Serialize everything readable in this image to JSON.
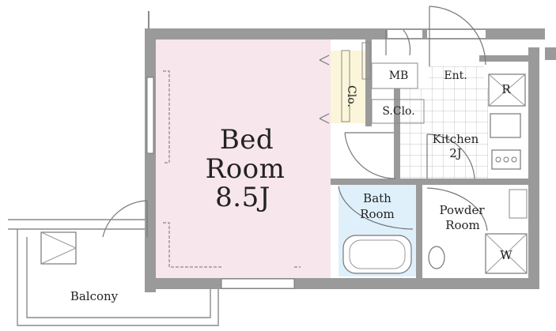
{
  "rooms": {
    "bedroom": {
      "name": "Bed",
      "name2": "Room",
      "size": "8.5J"
    },
    "closet": "Clo.",
    "shoe_closet": "S.Clo.",
    "mb": "MB",
    "entrance": "Ent.",
    "kitchen": {
      "name": "Kitchen",
      "size": "2J"
    },
    "bathroom": {
      "name": "Bath",
      "name2": "Room"
    },
    "powder_room": {
      "name": "Powder",
      "name2": "Room"
    },
    "balcony": "Balcony"
  },
  "fixtures": {
    "refrigerator": "R",
    "washer": "W"
  },
  "colors": {
    "bedroom_fill": "#f7e6ec",
    "closet_fill": "#fbf6da",
    "bath_fill": "#dff0fb",
    "wall": "#9a9a9a",
    "tile_line": "#bdbdbd"
  }
}
